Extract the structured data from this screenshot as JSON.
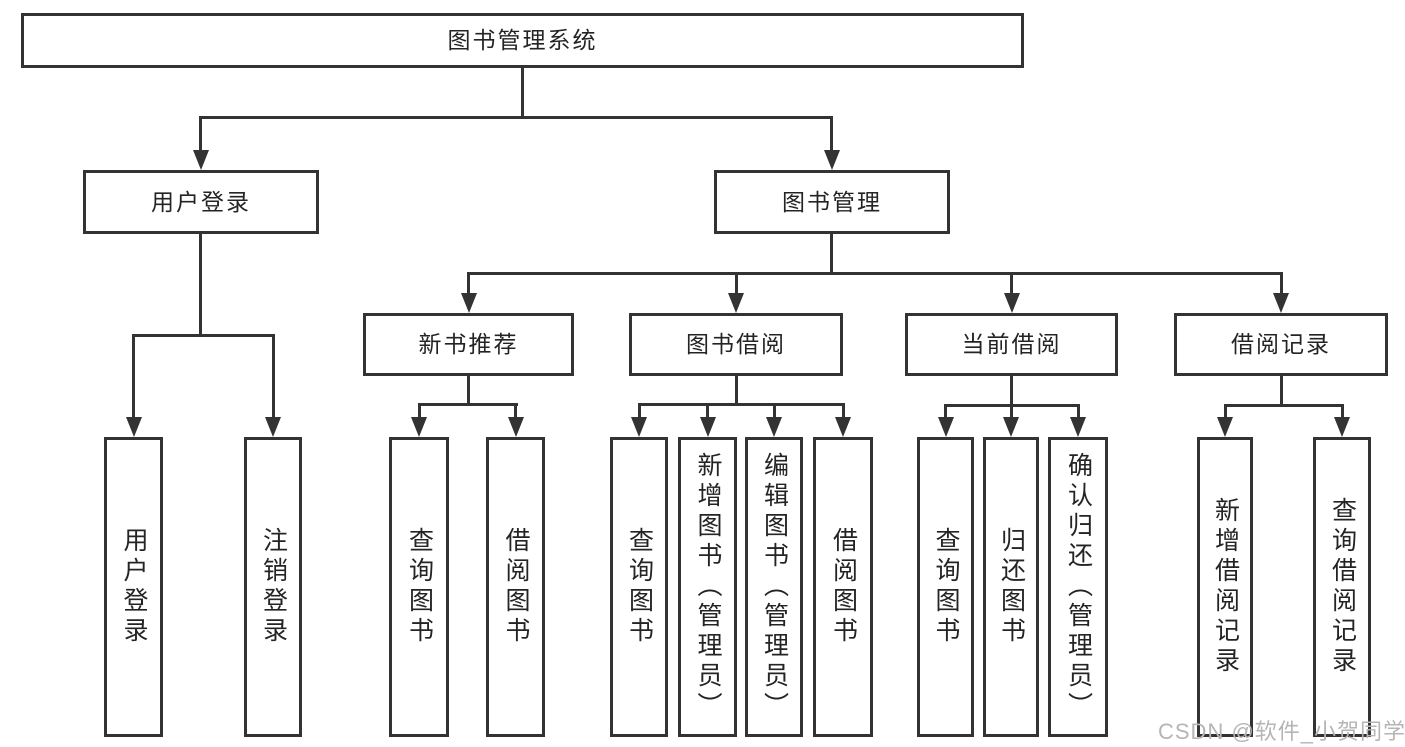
{
  "root": {
    "label": "图书管理系统"
  },
  "branches": {
    "user_login": {
      "label": "用户登录",
      "children": [
        "用户登录",
        "注销登录"
      ]
    },
    "book_mgmt": {
      "label": "图书管理"
    }
  },
  "modules": [
    {
      "label": "新书推荐",
      "children": [
        "查询图书",
        "借阅图书"
      ]
    },
    {
      "label": "图书借阅",
      "children": [
        "查询图书",
        "新增图书（管理员）",
        "编辑图书（管理员）",
        "借阅图书"
      ]
    },
    {
      "label": "当前借阅",
      "children": [
        "查询图书",
        "归还图书",
        "确认归还（管理员）"
      ]
    },
    {
      "label": "借阅记录",
      "children": [
        "新增借阅记录",
        "查询借阅记录"
      ]
    }
  ],
  "watermark": "CSDN @软件_小贺同学",
  "colors": {
    "line": "#333333",
    "text": "#242424",
    "watermark": "#b5b5b5",
    "background": "#ffffff"
  }
}
